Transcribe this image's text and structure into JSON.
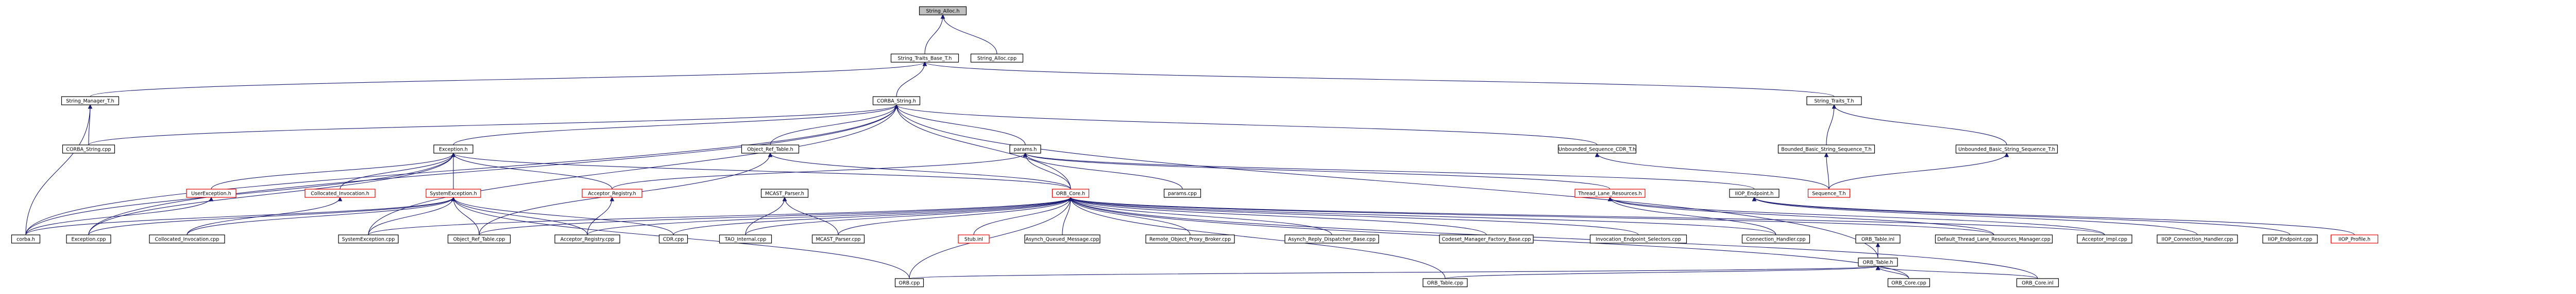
{
  "diagram": {
    "colors": {
      "edge": "#191970",
      "box_border": "#000000",
      "missing_border": "#e00000",
      "current_fill": "#bfbfbf",
      "box_fill": "#ffffff"
    },
    "nodes": [
      {
        "id": "n_string_alloc_h",
        "label": "String_Alloc.h",
        "current": true,
        "red": false
      },
      {
        "id": "n_string_traits_base_t_h",
        "label": "String_Traits_Base_T.h",
        "red": false
      },
      {
        "id": "n_string_alloc_cpp",
        "label": "String_Alloc.cpp",
        "red": false
      },
      {
        "id": "n_string_manager_t_h",
        "label": "String_Manager_T.h",
        "red": false
      },
      {
        "id": "n_corba_string_h",
        "label": "CORBA_String.h",
        "red": false
      },
      {
        "id": "n_string_traits_t_h",
        "label": "String_Traits_T.h",
        "red": false
      },
      {
        "id": "n_corba_string_cpp",
        "label": "CORBA_String.cpp",
        "red": false
      },
      {
        "id": "n_exception_h",
        "label": "Exception.h",
        "red": false
      },
      {
        "id": "n_object_ref_table_h",
        "label": "Object_Ref_Table.h",
        "red": false
      },
      {
        "id": "n_params_h",
        "label": "params.h",
        "red": false
      },
      {
        "id": "n_unbounded_sequence_cdr_t_h",
        "label": "Unbounded_Sequence_CDR_T.h",
        "red": false
      },
      {
        "id": "n_bounded_basic_string_sequence_t_h",
        "label": "Bounded_Basic_String_Sequence_T.h",
        "red": false
      },
      {
        "id": "n_unbounded_basic_string_sequence_t_h",
        "label": "Unbounded_Basic_String_Sequence_T.h",
        "red": false
      },
      {
        "id": "n_userexception_h",
        "label": "UserException.h",
        "red": true
      },
      {
        "id": "n_collocated_invocation_h",
        "label": "Collocated_Invocation.h",
        "red": true
      },
      {
        "id": "n_systemexception_h",
        "label": "SystemException.h",
        "red": true
      },
      {
        "id": "n_acceptor_registry_h",
        "label": "Acceptor_Registry.h",
        "red": true
      },
      {
        "id": "n_mcast_parser_h",
        "label": "MCAST_Parser.h",
        "red": false
      },
      {
        "id": "n_orb_core_h",
        "label": "ORB_Core.h",
        "red": true
      },
      {
        "id": "n_params_cpp",
        "label": "params.cpp",
        "red": false
      },
      {
        "id": "n_thread_lane_resources_h",
        "label": "Thread_Lane_Resources.h",
        "red": true
      },
      {
        "id": "n_iiop_endpoint_h",
        "label": "IIOP_Endpoint.h",
        "red": false
      },
      {
        "id": "n_sequence_t_h",
        "label": "Sequence_T.h",
        "red": true
      },
      {
        "id": "n_corba_h",
        "label": "corba.h",
        "red": false
      },
      {
        "id": "n_exception_cpp",
        "label": "Exception.cpp",
        "red": false
      },
      {
        "id": "n_collocated_invocation_cpp",
        "label": "Collocated_Invocation.cpp",
        "red": false
      },
      {
        "id": "n_systemexception_cpp",
        "label": "SystemException.cpp",
        "red": false
      },
      {
        "id": "n_object_ref_table_cpp",
        "label": "Object_Ref_Table.cpp",
        "red": false
      },
      {
        "id": "n_acceptor_registry_cpp",
        "label": "Acceptor_Registry.cpp",
        "red": false
      },
      {
        "id": "n_cdr_cpp",
        "label": "CDR.cpp",
        "red": false
      },
      {
        "id": "n_tao_internal_cpp",
        "label": "TAO_Internal.cpp",
        "red": false
      },
      {
        "id": "n_mcast_parser_cpp",
        "label": "MCAST_Parser.cpp",
        "red": false
      },
      {
        "id": "n_stub_inl",
        "label": "Stub.inl",
        "red": true
      },
      {
        "id": "n_asynch_queued_message_cpp",
        "label": "Asynch_Queued_Message.cpp",
        "red": false
      },
      {
        "id": "n_remote_object_proxy_broker_cpp",
        "label": "Remote_Object_Proxy_Broker.cpp",
        "red": false
      },
      {
        "id": "n_asynch_reply_dispatcher_base_cpp",
        "label": "Asynch_Reply_Dispatcher_Base.cpp",
        "red": false
      },
      {
        "id": "n_codeset_manager_factory_base_cpp",
        "label": "Codeset_Manager_Factory_Base.cpp",
        "red": false
      },
      {
        "id": "n_invocation_endpoint_selectors_cpp",
        "label": "Invocation_Endpoint_Selectors.cpp",
        "red": false
      },
      {
        "id": "n_connection_handler_cpp",
        "label": "Connection_Handler.cpp",
        "red": false
      },
      {
        "id": "n_orb_table_inl",
        "label": "ORB_Table.inl",
        "red": false
      },
      {
        "id": "n_default_thread_lane_resources_manager_cpp",
        "label": "Default_Thread_Lane_Resources_Manager.cpp",
        "red": false
      },
      {
        "id": "n_acceptor_impl_cpp",
        "label": "Acceptor_Impl.cpp",
        "red": false
      },
      {
        "id": "n_iiop_connection_handler_cpp",
        "label": "IIOP_Connection_Handler.cpp",
        "red": false
      },
      {
        "id": "n_iiop_endpoint_cpp",
        "label": "IIOP_Endpoint.cpp",
        "red": false
      },
      {
        "id": "n_iiop_profile_h",
        "label": "IIOP_Profile.h",
        "red": true
      },
      {
        "id": "n_orb_table_h",
        "label": "ORB_Table.h",
        "red": false
      },
      {
        "id": "n_orb_cpp",
        "label": "ORB.cpp",
        "red": false
      },
      {
        "id": "n_orb_table_cpp",
        "label": "ORB_Table.cpp",
        "red": false
      },
      {
        "id": "n_orb_core_cpp",
        "label": "ORB_Core.cpp",
        "red": false
      },
      {
        "id": "n_orb_core_inl",
        "label": "ORB_Core.inl",
        "red": false
      }
    ]
  }
}
